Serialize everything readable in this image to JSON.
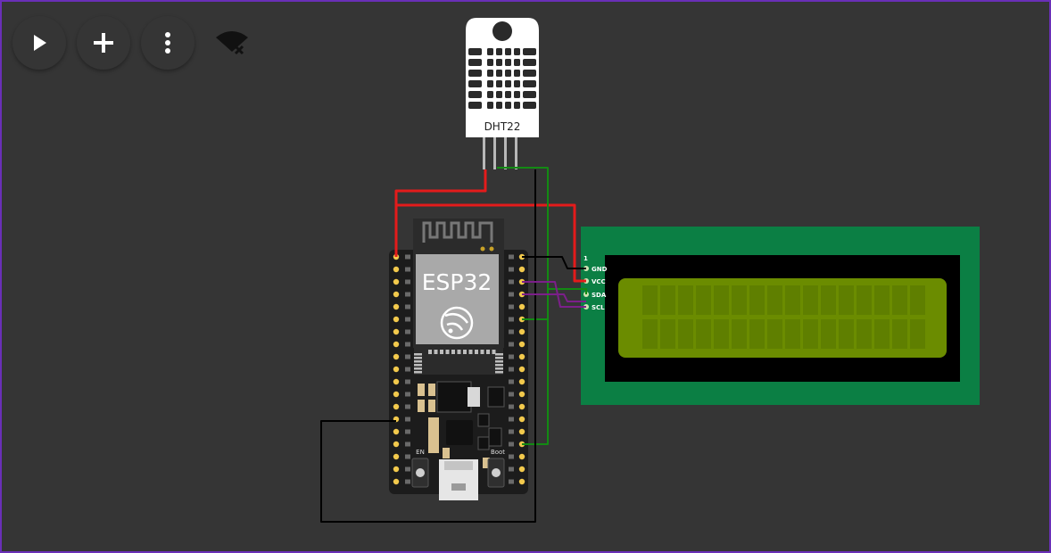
{
  "toolbar": {
    "play_color": "#3fa34d",
    "add_color": "#1669c9",
    "more_color": "#6f6f6f"
  },
  "status": {
    "network_icon": "wifi-off-icon"
  },
  "canvas": {
    "background": "#353535",
    "frame_color": "#6a2fb7"
  },
  "components": {
    "dht22": {
      "label": "DHT22"
    },
    "esp32": {
      "label": "ESP32",
      "en_label": "EN",
      "boot_label": "Boot"
    },
    "lcd": {
      "pin1_label": "1",
      "pins": [
        "GND",
        "VCC",
        "SDA",
        "SCL"
      ],
      "board_color": "#0b7f44",
      "screen_color": "#6b8c00"
    }
  },
  "wires": {
    "red": "#e41b1b",
    "green": "#138a13",
    "black": "#000000",
    "purple": "#7c1f8a"
  }
}
